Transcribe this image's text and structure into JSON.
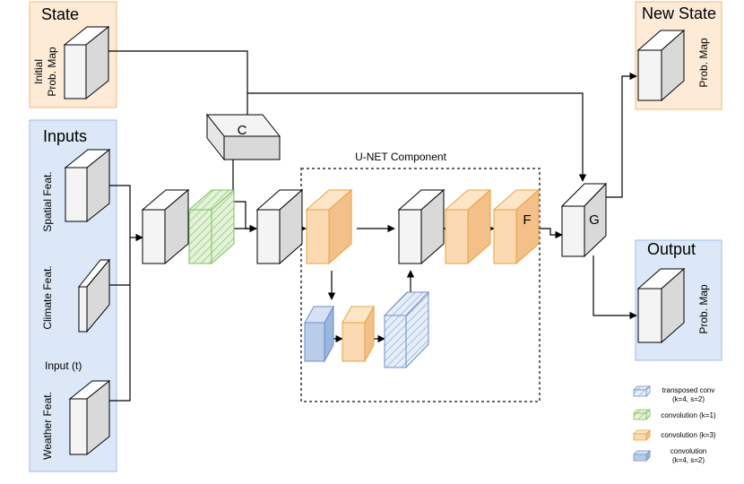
{
  "panels": {
    "state": {
      "title": "State",
      "label_line1": "Initial",
      "label_line2": "Prob. Map"
    },
    "inputs": {
      "title": "Inputs",
      "spatial": "Spatial Feat.",
      "climate": "Climate Feat.",
      "input_t": "Input (t)",
      "weather": "Weather Feat."
    },
    "new_state": {
      "title": "New State",
      "label": "Prob. Map"
    },
    "output": {
      "title": "Output",
      "label": "Prob. Map"
    }
  },
  "nodes": {
    "c": "C",
    "f": "F",
    "g": "G"
  },
  "unet": {
    "title": "U-NET Component"
  },
  "legend": {
    "transposed_line1": "transposed conv",
    "transposed_line2": "(k=4, s=2)",
    "conv1": "convolution (k=1)",
    "conv3": "convolution (k=3)",
    "conv_down_line1": "convolution",
    "conv_down_line2": "(k=4, s=2)"
  },
  "colors": {
    "state_panel": "#fdebd8",
    "inputs_panel": "#dce8f7",
    "green_conv": "#dff0d4",
    "orange_conv": "#fad9b3",
    "blue_conv": "#b9cdea",
    "transposed": "#e4ecf8"
  }
}
